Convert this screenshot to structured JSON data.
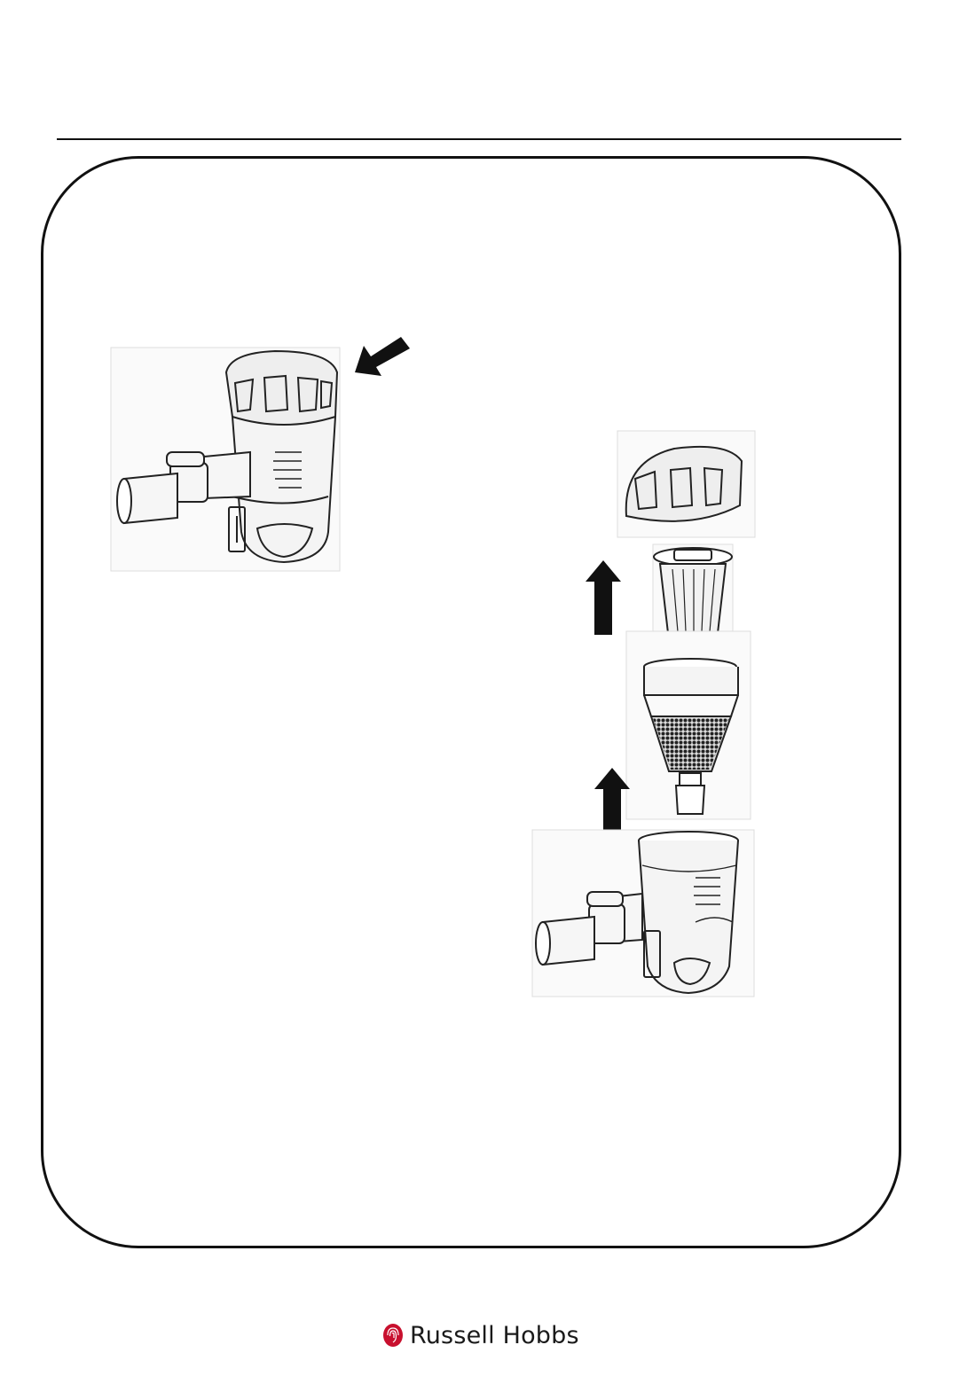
{
  "footer": {
    "brand_name": "Russell Hobbs",
    "brand_color": "#c8102e"
  },
  "icons": {
    "assembled_unit": "vacuum-dust-container-assembled",
    "exploded_unit": "vacuum-dust-container-exploded",
    "press_arrow": "diagonal-arrow-icon",
    "lift_arrow": "up-arrow-icon"
  }
}
